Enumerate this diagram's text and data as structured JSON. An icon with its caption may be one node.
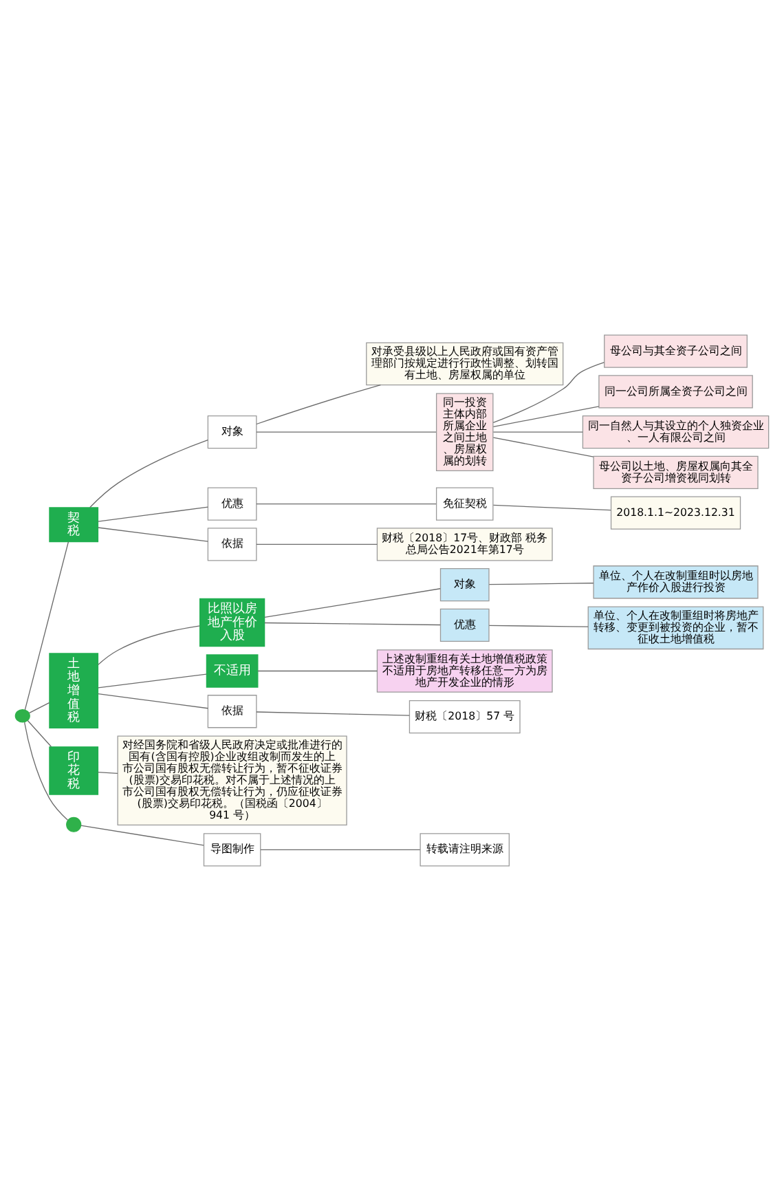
{
  "diagram": {
    "nodes": [
      {
        "text": [],
        "shape": "heart"
      },
      {
        "text": [
          "契税"
        ]
      },
      {
        "text": [
          "对承受县级以上人民政府或国有资产管理部门按规定进行行政性调整、划转国有土地、房屋权属的单位"
        ]
      },
      {
        "text": [
          "对象"
        ]
      },
      {
        "text": [
          "同一投资主体内部所属企业之间土地、房屋权属的划转"
        ]
      },
      {
        "text": [
          "母公司与其全资子公司之间"
        ]
      },
      {
        "text": [
          "同一公司所属全资子公司之间"
        ]
      },
      {
        "text": [
          "同一自然人与其设立的个人独资企业、一人有限公司之间"
        ]
      },
      {
        "text": [
          "母公司以土地、房屋权属向其全资子公司增资视同划转"
        ]
      },
      {
        "text": [
          "优惠"
        ]
      },
      {
        "text": [
          "免征契税"
        ]
      },
      {
        "text": [
          "2018.1.1~2023.12.31"
        ]
      },
      {
        "text": [
          "依据"
        ]
      },
      {
        "text": [
          "财税〔2018〕17号、财政部 税务总局公告2021年第17号"
        ]
      },
      {
        "text": [
          "土地增值税"
        ]
      },
      {
        "text": [
          "比照以房地产作价入股"
        ]
      },
      {
        "text": [
          "对象"
        ]
      },
      {
        "text": [
          "单位、个人在改制重组时以房地产作价入股进行投资"
        ]
      },
      {
        "text": [
          "优惠"
        ]
      },
      {
        "text": [
          "单位、个人在改制重组时将房地产转移、变更到被投资的企业，暂不征收土地增值税"
        ]
      },
      {
        "text": [
          "不适用"
        ]
      },
      {
        "text": [
          "上述改制重组有关土地增值税政策不适用于房地产转移任意一方为房地产开发企业的情形"
        ]
      },
      {
        "text": [
          "依据"
        ]
      },
      {
        "text": [
          "财税〔2018〕57 号"
        ]
      },
      {
        "text": [
          "印花税"
        ]
      },
      {
        "text": [
          "对经国务院和省级人民政府决定或批准进行的国有(含国有控股)企业改组改制而发生的上市公司国有股权无偿转让行为，暂不征收证券(股票)交易印花税。对不属于上述情况的上市公司国有股权无偿转让行为，仍应征收证券(股票)交易印花税。（国税函〔2004〕941 号）"
        ]
      },
      {
        "text": [],
        "shape": "circle"
      },
      {
        "text": [
          "导图制作"
        ]
      },
      {
        "text": [
          "转载请注明来源"
        ]
      }
    ],
    "edges": [
      {
        "from": 0,
        "to": 1,
        "arrow": "none"
      },
      {
        "from": 1,
        "to": 3,
        "arrow": "none"
      },
      {
        "from": 3,
        "to": 2,
        "arrow": "none"
      },
      {
        "from": 3,
        "to": 4,
        "arrow": "none"
      },
      {
        "from": 4,
        "to": 5,
        "arrow": "none"
      },
      {
        "from": 4,
        "to": 6,
        "arrow": "none"
      },
      {
        "from": 4,
        "to": 7,
        "arrow": "none"
      },
      {
        "from": 4,
        "to": 8,
        "arrow": "none"
      },
      {
        "from": 1,
        "to": 9,
        "arrow": "none"
      },
      {
        "from": 9,
        "to": 10,
        "arrow": "none"
      },
      {
        "from": 10,
        "to": 11,
        "arrow": "none"
      },
      {
        "from": 1,
        "to": 12,
        "arrow": "none"
      },
      {
        "from": 12,
        "to": 13,
        "arrow": "none"
      },
      {
        "from": 0,
        "to": 14,
        "arrow": "none"
      },
      {
        "from": 14,
        "to": 15,
        "arrow": "none"
      },
      {
        "from": 15,
        "to": 16,
        "arrow": "none"
      },
      {
        "from": 16,
        "to": 17,
        "arrow": "none"
      },
      {
        "from": 15,
        "to": 18,
        "arrow": "none"
      },
      {
        "from": 18,
        "to": 19,
        "arrow": "none"
      },
      {
        "from": 14,
        "to": 20,
        "arrow": "none"
      },
      {
        "from": 20,
        "to": 21,
        "arrow": "none"
      },
      {
        "from": 14,
        "to": 22,
        "arrow": "none"
      },
      {
        "from": 22,
        "to": 23,
        "arrow": "none"
      },
      {
        "from": 0,
        "to": 24,
        "arrow": "none"
      },
      {
        "from": 24,
        "to": 25,
        "arrow": "none"
      },
      {
        "from": 0,
        "to": 26,
        "arrow": "none"
      },
      {
        "from": 26,
        "to": 27,
        "arrow": "none"
      },
      {
        "from": 27,
        "to": 28,
        "arrow": "none"
      }
    ]
  }
}
